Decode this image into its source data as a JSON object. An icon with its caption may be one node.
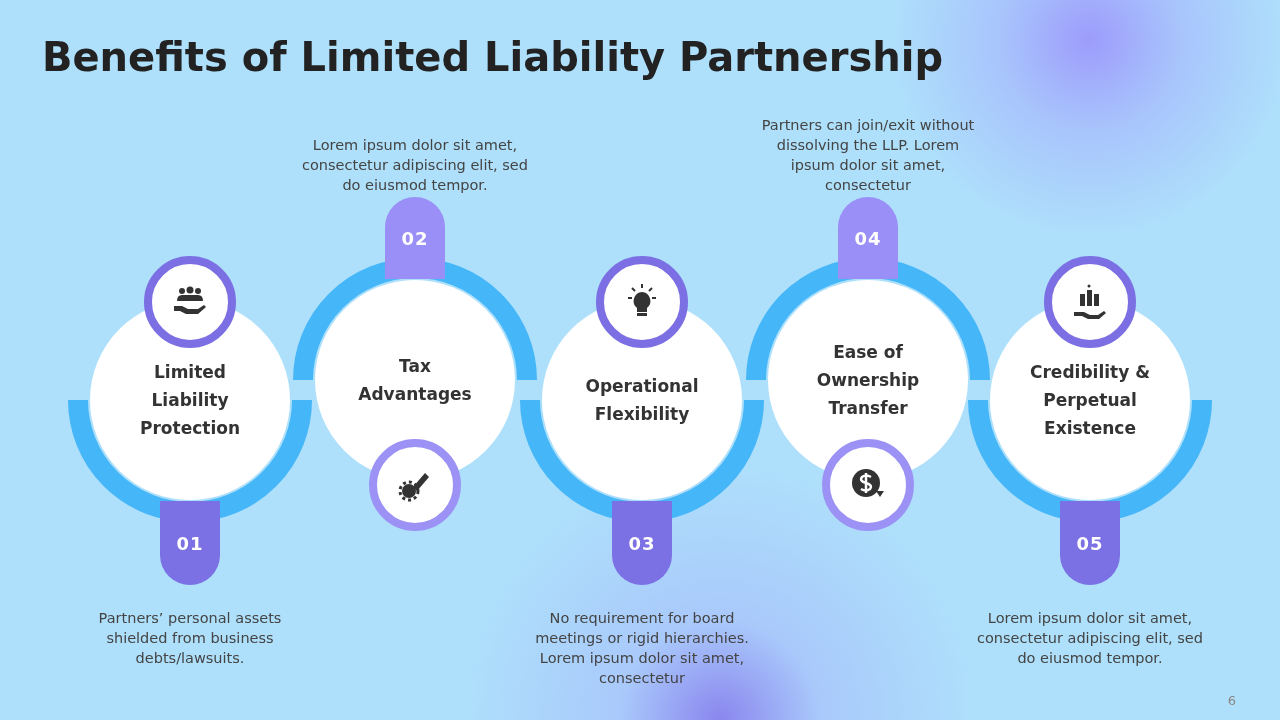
{
  "diagram": {
    "title": "Benefits of Limited Liability Partnership",
    "nodes": [
      {
        "text": [
          "Limited Liability Protection"
        ]
      },
      {
        "text": [
          "01"
        ],
        "beside": [
          "Partners’ personal assets shielded from business debts/lawsuits."
        ]
      },
      {
        "text": [
          "Tax Advantages"
        ]
      },
      {
        "text": [
          "02"
        ],
        "beside": [
          "Lorem ipsum dolor sit amet, consectetur adipiscing elit, sed do eiusmod tempor."
        ]
      },
      {
        "text": [
          "Operational Flexibility"
        ]
      },
      {
        "text": [
          "03"
        ],
        "beside": [
          "No requirement for board meetings or rigid hierarchies. Lorem ipsum dolor sit amet, consectetur"
        ]
      },
      {
        "text": [
          "Ease of Ownership Transfer"
        ]
      },
      {
        "text": [
          "04"
        ],
        "beside": [
          "Partners can join/exit without dissolving the LLP. Lorem ipsum dolor sit amet, consectetur"
        ]
      },
      {
        "text": [
          "Credibility & Perpetual Existence"
        ]
      },
      {
        "text": [
          "05"
        ],
        "beside": [
          "Lorem ipsum dolor sit amet, consectetur adipiscing elit, sed do eiusmod tempor."
        ]
      }
    ],
    "labels": [
      "6"
    ]
  }
}
